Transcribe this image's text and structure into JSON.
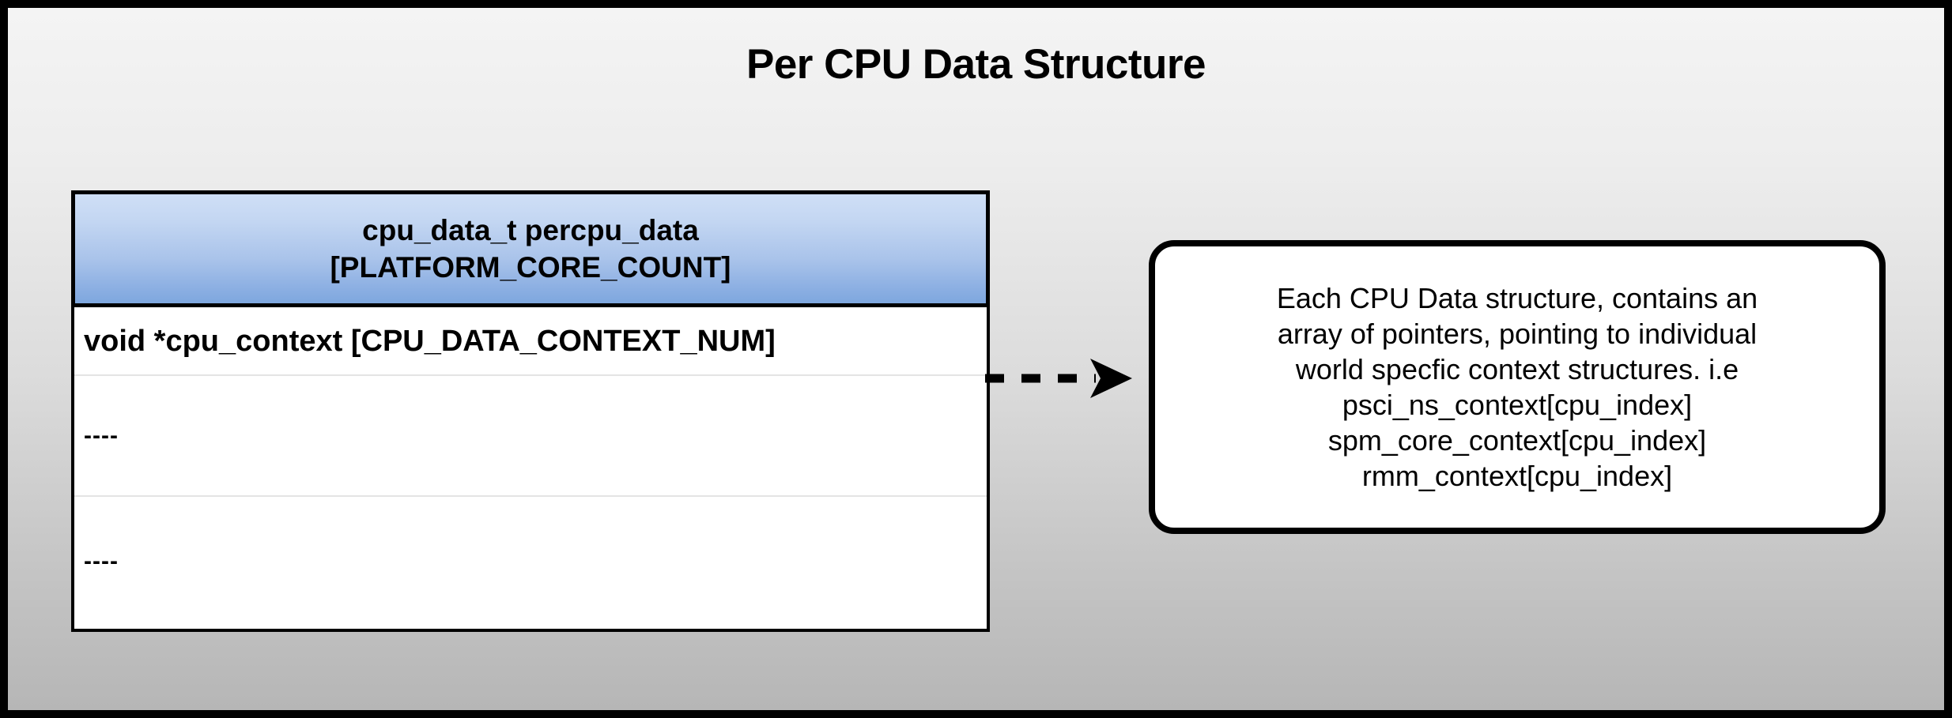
{
  "diagram": {
    "title": "Per CPU Data Structure",
    "background_top_color": "#f4f4f4",
    "background_bottom_color": "#b6b6b6",
    "border_color": "#000000"
  },
  "struct_box": {
    "header": {
      "line1": "cpu_data_t percpu_data",
      "line2": "[PLATFORM_CORE_COUNT]",
      "gradient_top_color": "#cfdff6",
      "gradient_bottom_color": "#7ea7de"
    },
    "rows": [
      {
        "text": "void *cpu_context [CPU_DATA_CONTEXT_NUM]"
      },
      {
        "text": "----"
      },
      {
        "text": "----"
      }
    ]
  },
  "connector": {
    "style": "dashed",
    "arrowhead": "filled-triangle",
    "color": "#000000",
    "direction": "left-to-right"
  },
  "note_box": {
    "lines": [
      "Each CPU Data structure, contains an",
      "array of pointers, pointing to individual",
      "world specfic context structures. i.e",
      "psci_ns_context[cpu_index]",
      "spm_core_context[cpu_index]",
      "rmm_context[cpu_index]"
    ],
    "border_color": "#000000",
    "background_color": "#ffffff"
  }
}
